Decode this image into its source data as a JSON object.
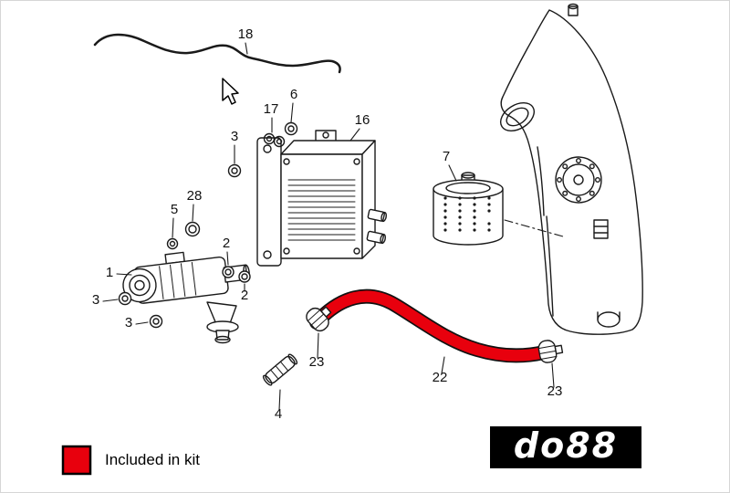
{
  "diagram": {
    "labels": [
      {
        "text": "18"
      },
      {
        "text": "17"
      },
      {
        "text": "6"
      },
      {
        "text": "3"
      },
      {
        "text": "16"
      },
      {
        "text": "7"
      },
      {
        "text": "5"
      },
      {
        "text": "28"
      },
      {
        "text": "2"
      },
      {
        "text": "1"
      },
      {
        "text": "3"
      },
      {
        "text": "2"
      },
      {
        "text": "3"
      },
      {
        "text": "23"
      },
      {
        "text": "4"
      },
      {
        "text": "22"
      },
      {
        "text": "23"
      }
    ]
  },
  "legend": {
    "label": "Included in kit"
  },
  "logo": {
    "text": "do88"
  },
  "colors": {
    "highlight": "#e8000d",
    "line": "#1a1a1a",
    "logo_bg": "#000000"
  }
}
